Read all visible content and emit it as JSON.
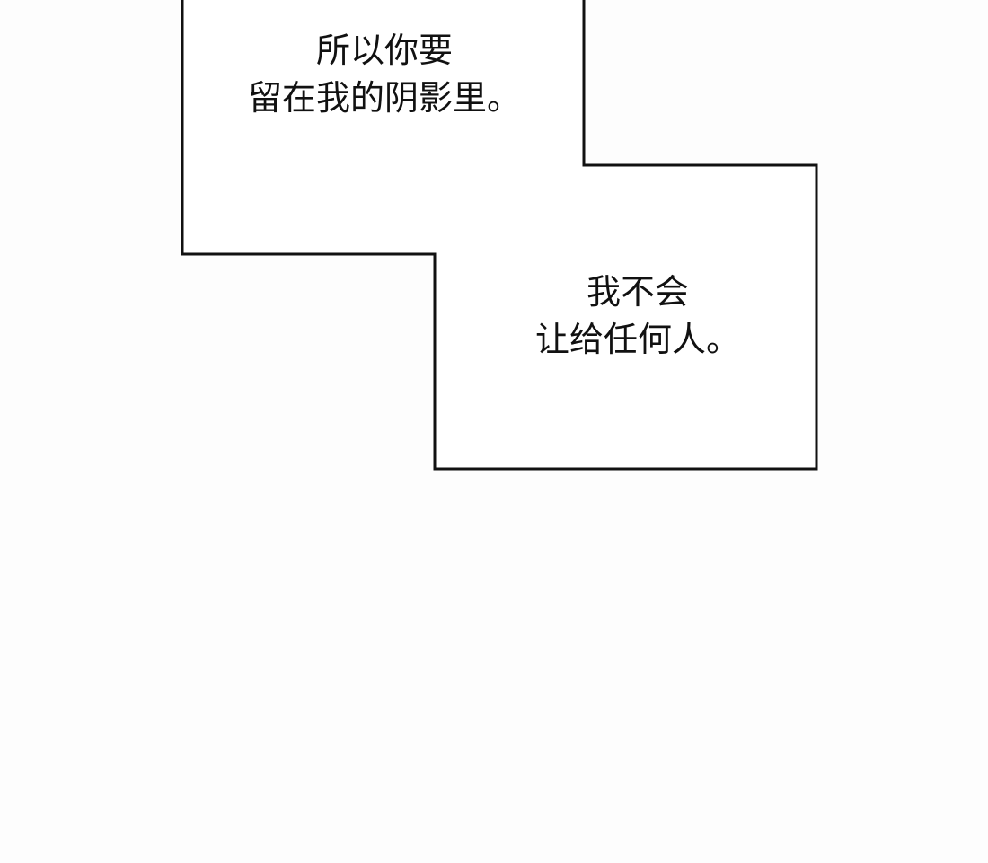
{
  "panel": {
    "caption_1": {
      "lines": [
        "所以你要",
        "留在我的阴影里。"
      ]
    },
    "caption_2": {
      "lines": [
        "我不会",
        "让给任何人。"
      ]
    }
  },
  "colors": {
    "background": "#fdfdfd",
    "border": "#111111",
    "text": "#111111"
  }
}
